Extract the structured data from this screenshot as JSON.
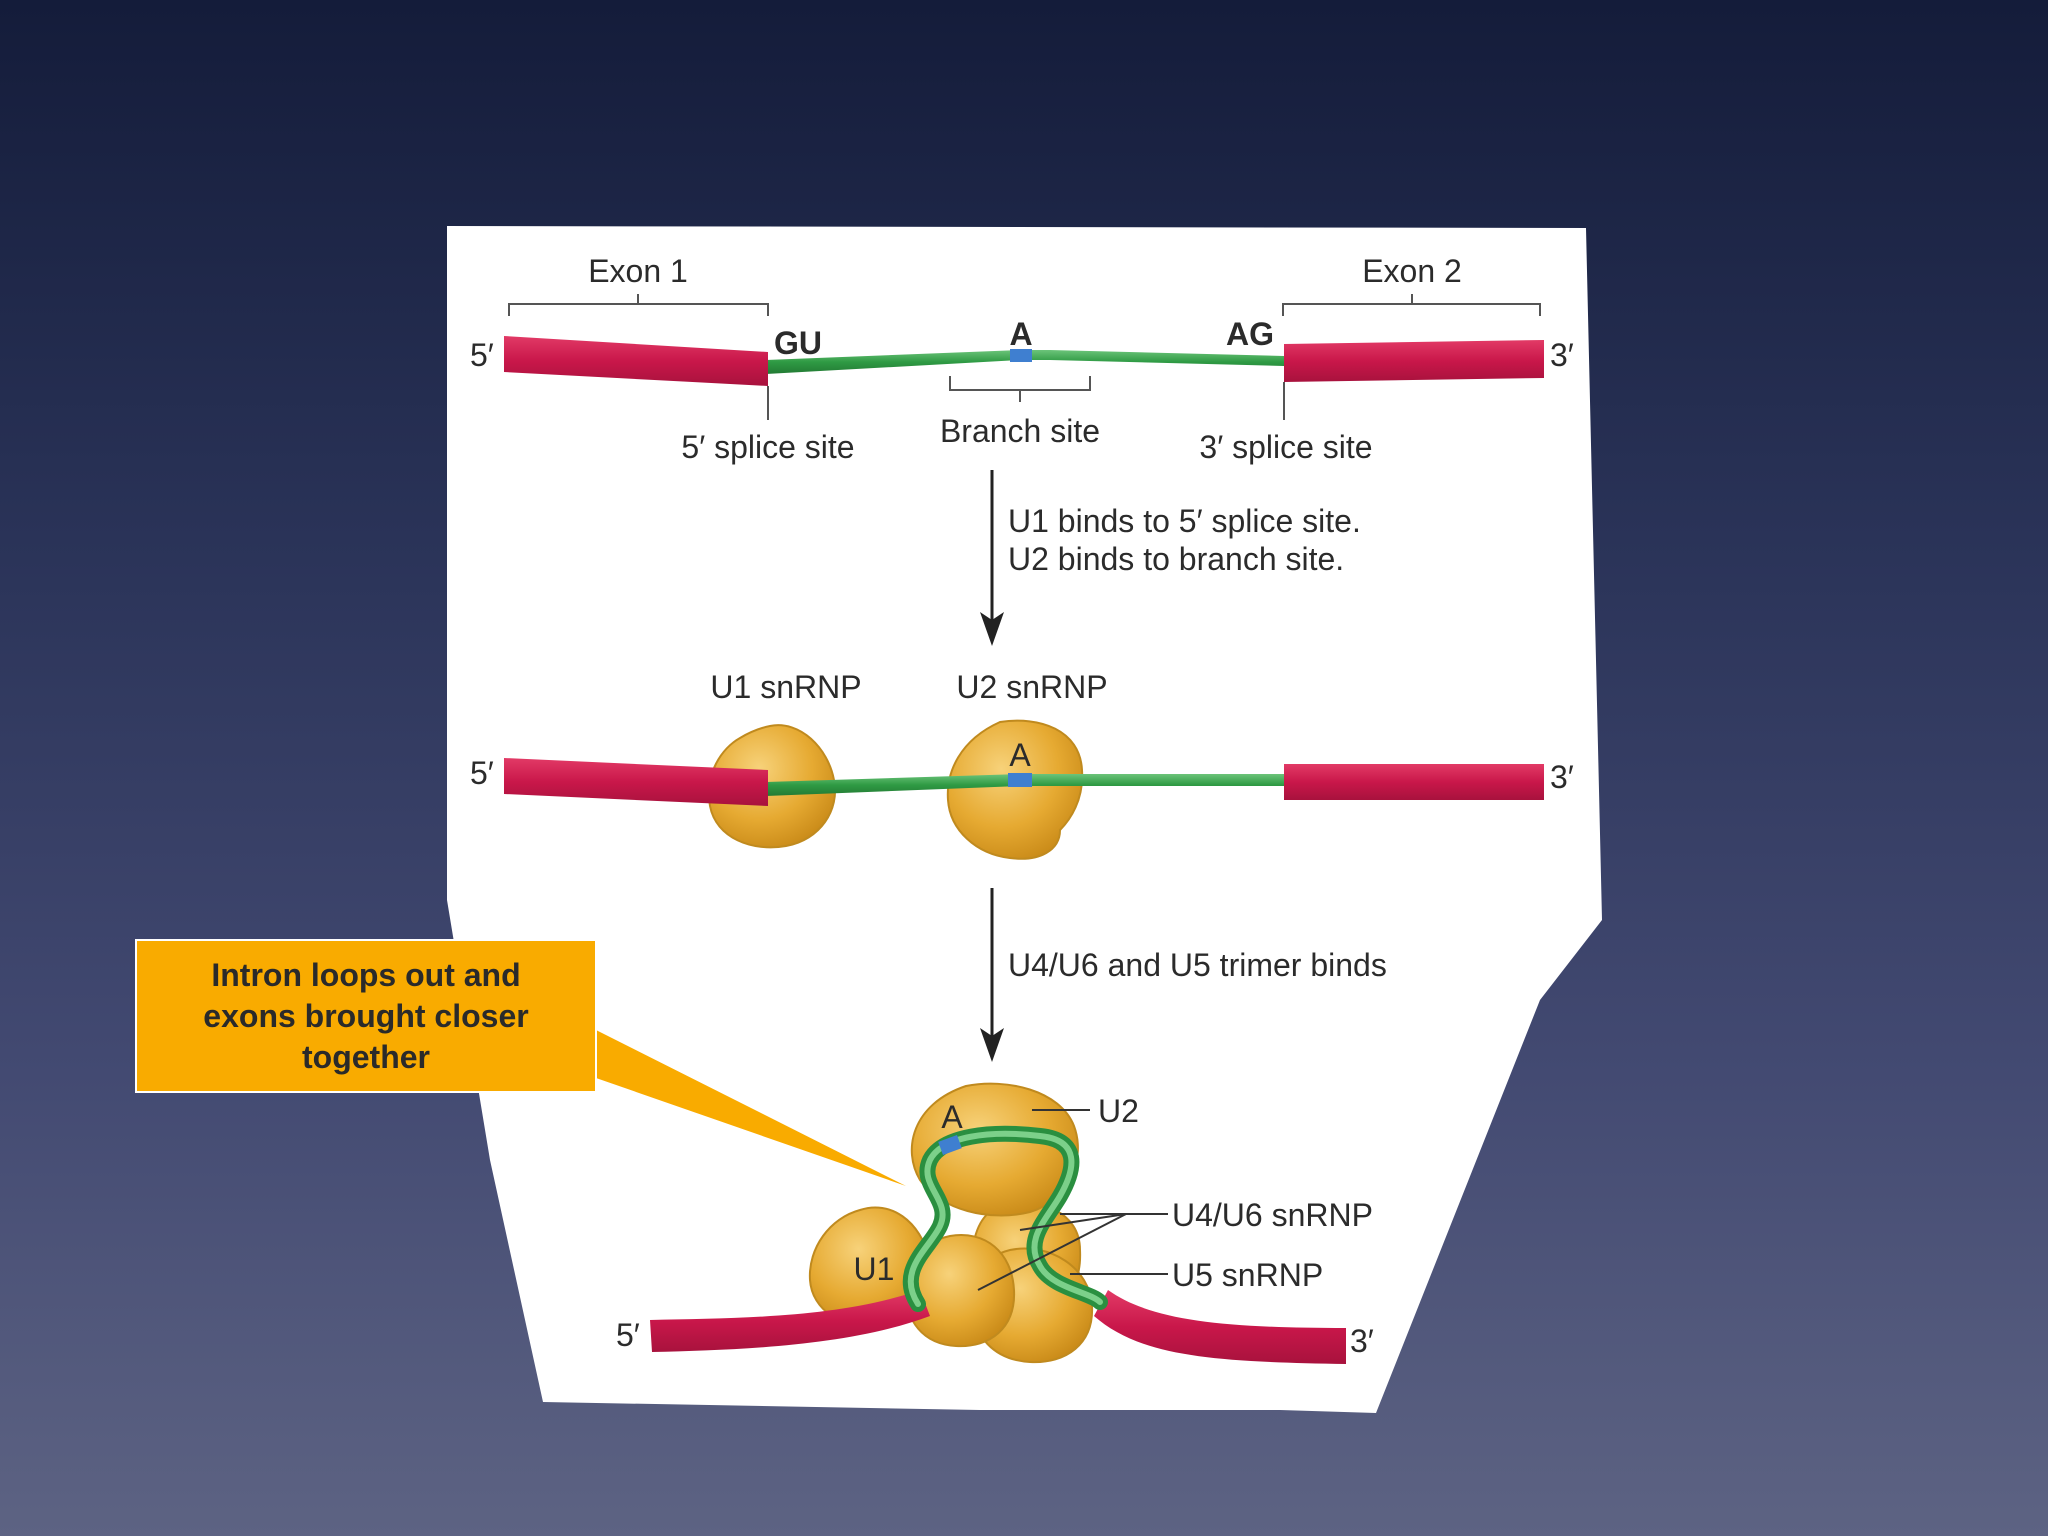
{
  "diagram": {
    "stage1": {
      "exon1_label": "Exon 1",
      "exon2_label": "Exon 2",
      "five_prime": "5′",
      "three_prime": "3′",
      "gu_label": "GU",
      "ag_label": "AG",
      "a_label": "A",
      "five_splice_label": "5′ splice site",
      "branch_site_label": "Branch site",
      "three_splice_label": "3′ splice site"
    },
    "step1_line1": "U1 binds to 5′ splice site.",
    "step1_line2": "U2 binds to branch site.",
    "stage2": {
      "u1_label": "U1 snRNP",
      "u2_label": "U2 snRNP",
      "a_label": "A",
      "five_prime": "5′",
      "three_prime": "3′"
    },
    "step2_text": "U4/U6 and U5 trimer binds",
    "stage3": {
      "a_label": "A",
      "u2_label": "U2",
      "u46_label": "U4/U6 snRNP",
      "u5_label": "U5 snRNP",
      "u1_label": "U1",
      "five_prime": "5′",
      "three_prime": "3′"
    }
  },
  "callout": {
    "text": "Intron loops out and\nexons brought closer\ntogether"
  },
  "colors": {
    "exon": "#cc1f4e",
    "intron": "#3aa34a",
    "branch_point": "#3f7fd0",
    "snrnp": "#e9b33b",
    "callout": "#f9ab00"
  }
}
